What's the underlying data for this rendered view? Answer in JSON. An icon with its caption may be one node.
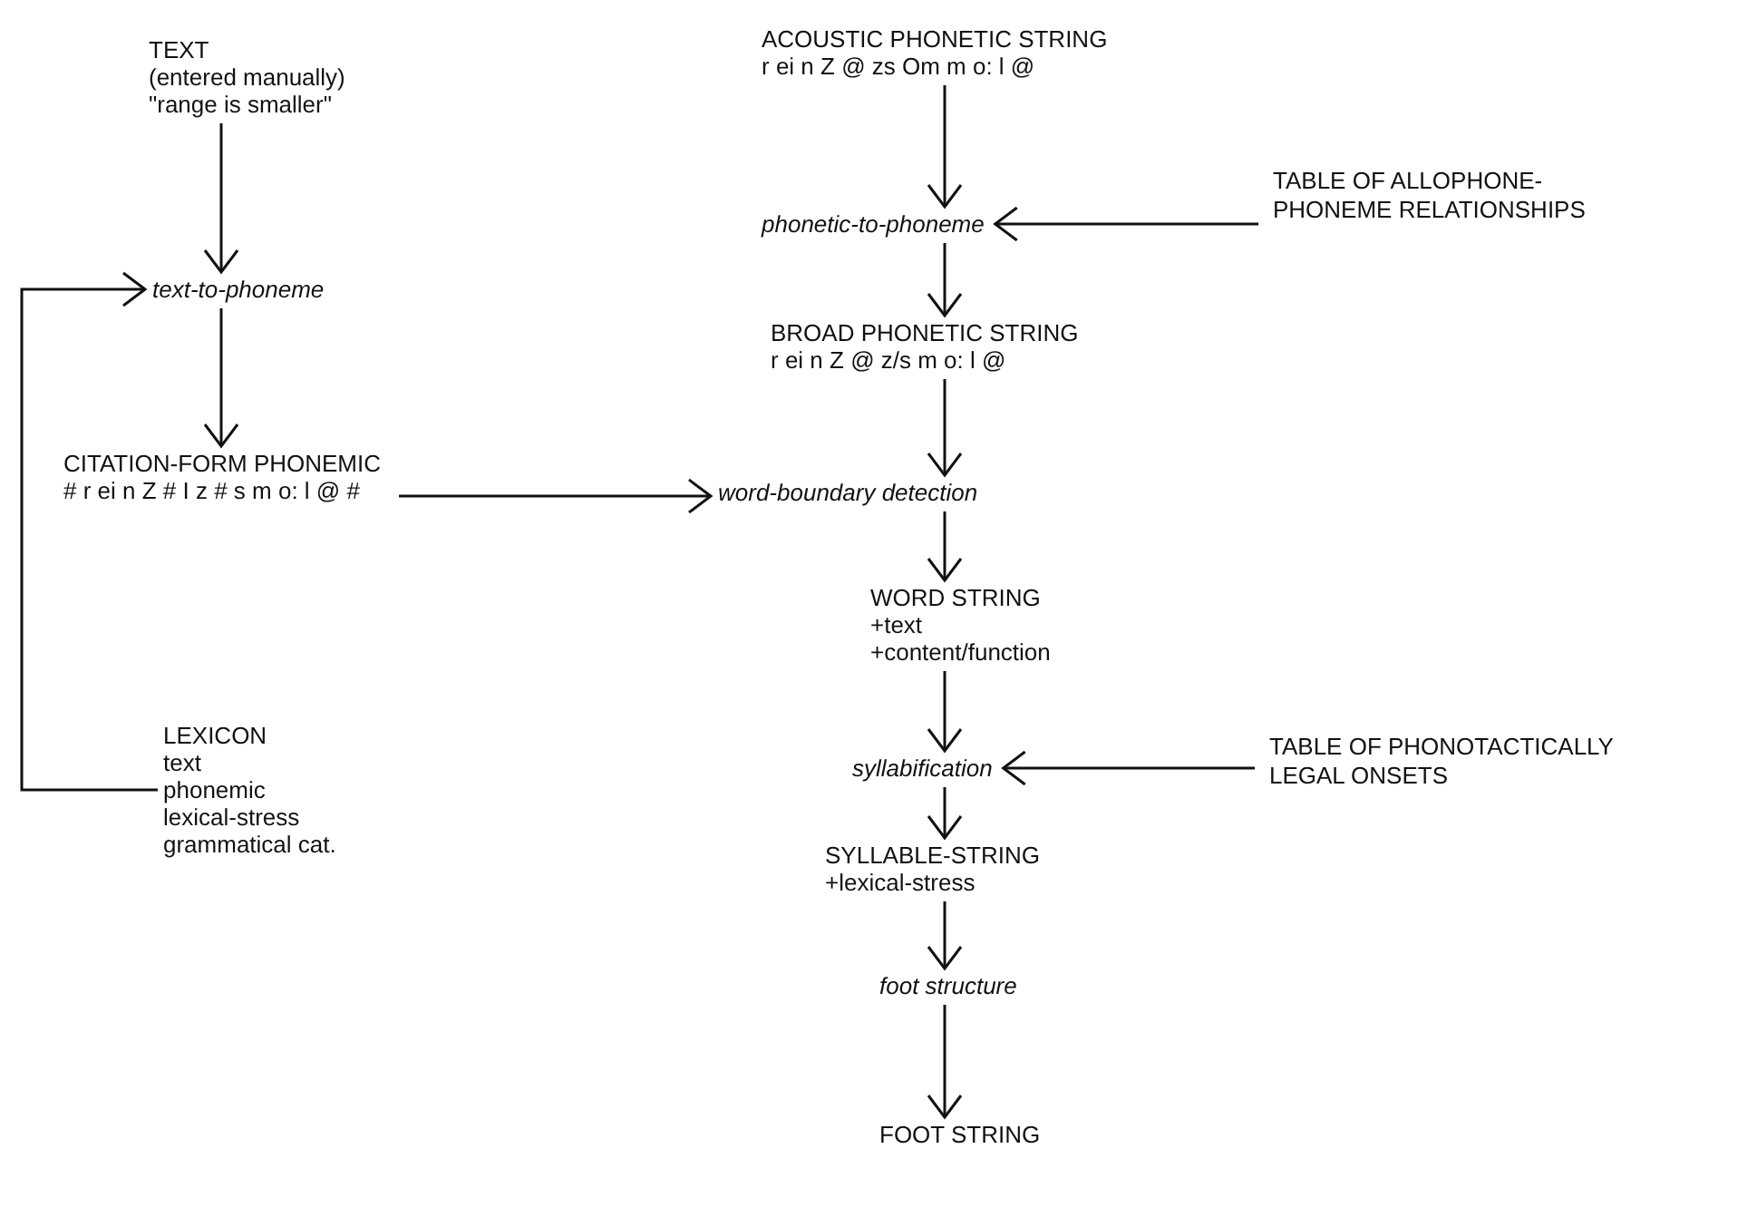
{
  "diagram": {
    "nodes": [
      {
        "text": [
          "TEXT",
          "(entered manually)",
          "\"range is smaller\""
        ]
      },
      {
        "text": [
          "text-to-phoneme"
        ]
      },
      {
        "text": [
          "CITATION-FORM PHONEMIC",
          "# r ei n Z # I z # s m o: l @ #"
        ]
      },
      {
        "text": [
          "LEXICON",
          "text",
          "phonemic",
          "lexical-stress",
          "grammatical cat."
        ]
      },
      {
        "text": [
          "ACOUSTIC PHONETIC STRING",
          "r ei n Z @ zs Om m o: l @"
        ]
      },
      {
        "text": [
          "phonetic-to-phoneme"
        ]
      },
      {
        "text": [
          "TABLE OF ALLOPHONE-PHONEME RELATIONSHIPS"
        ]
      },
      {
        "text": [
          "BROAD PHONETIC STRING",
          "r ei n Z @ z/s m o: l @"
        ]
      },
      {
        "text": [
          "word-boundary detection"
        ]
      },
      {
        "text": [
          "WORD STRING",
          "+text",
          "+content/function"
        ]
      },
      {
        "text": [
          "syllabification"
        ]
      },
      {
        "text": [
          "TABLE OF PHONOTACTICALLY LEGAL ONSETS"
        ]
      },
      {
        "text": [
          "SYLLABLE-STRING",
          "+lexical-stress"
        ]
      },
      {
        "text": [
          "foot structure"
        ]
      },
      {
        "text": [
          "FOOT STRING"
        ]
      }
    ],
    "edges": [
      {
        "from": 0,
        "to": 1,
        "arrow": "to"
      },
      {
        "from": 1,
        "to": 2,
        "arrow": "to"
      },
      {
        "from": 3,
        "to": 1,
        "arrow": "to"
      },
      {
        "from": 2,
        "to": 8,
        "arrow": "to"
      },
      {
        "from": 4,
        "to": 5,
        "arrow": "to"
      },
      {
        "from": 6,
        "to": 5,
        "arrow": "to"
      },
      {
        "from": 5,
        "to": 7,
        "arrow": "to"
      },
      {
        "from": 7,
        "to": 8,
        "arrow": "to"
      },
      {
        "from": 8,
        "to": 9,
        "arrow": "to"
      },
      {
        "from": 9,
        "to": 10,
        "arrow": "to"
      },
      {
        "from": 11,
        "to": 10,
        "arrow": "to"
      },
      {
        "from": 10,
        "to": 12,
        "arrow": "to"
      },
      {
        "from": 12,
        "to": 13,
        "arrow": "to"
      },
      {
        "from": 13,
        "to": 14,
        "arrow": "to"
      }
    ]
  }
}
